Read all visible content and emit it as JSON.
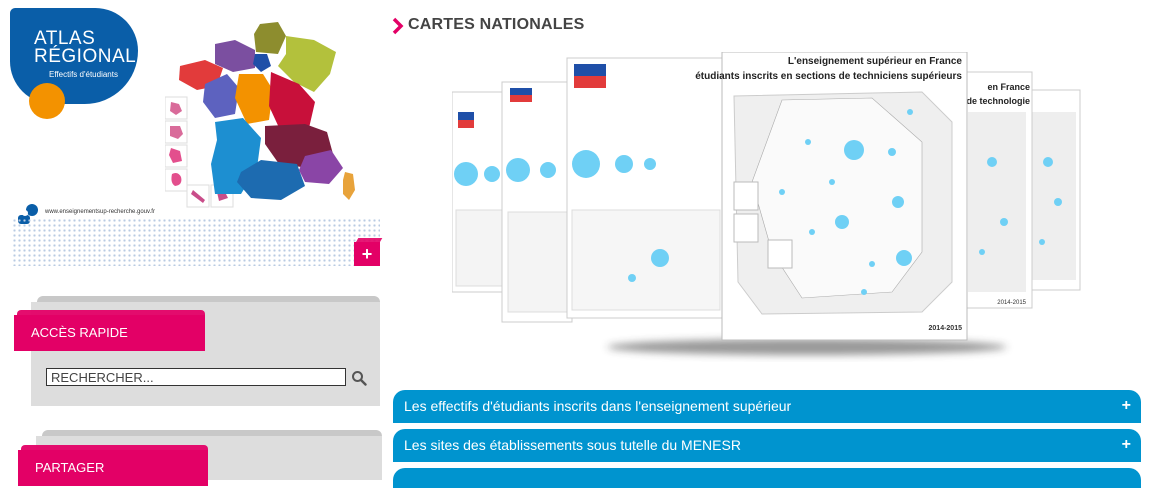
{
  "header": {
    "logo": {
      "line1": "ATLAS",
      "line2": "RÉGIONAL",
      "line3": "Effectifs d'étudiants"
    },
    "site_url": "www.enseignementsup-recherche.gouv.fr",
    "expand_label": "+"
  },
  "sidebar": {
    "quick_access": {
      "title": "ACCÈS RAPIDE",
      "search_placeholder": "RECHERCHER..."
    },
    "share": {
      "title": "PARTAGER"
    }
  },
  "main": {
    "section_title": "CARTES NATIONALES",
    "collage": {
      "front_title_1": "L'enseignement supérieur en France",
      "front_title_2": "étudiants inscrits en sections de techniciens supérieurs",
      "back_title_1": "en France",
      "back_title_2": "de technologie",
      "year": "2014-2015"
    },
    "accordion": [
      {
        "label": "Les effectifs d'étudiants inscrits dans l'enseignement supérieur",
        "icon": "+"
      },
      {
        "label": "Les sites des établissements sous tutelle du MENESR",
        "icon": "+"
      }
    ]
  },
  "colors": {
    "logo_blue": "#0a5ea8",
    "logo_orange": "#f39200",
    "pink": "#e30066",
    "accordion_blue": "#0094cf",
    "grey_box": "#dddddd"
  }
}
